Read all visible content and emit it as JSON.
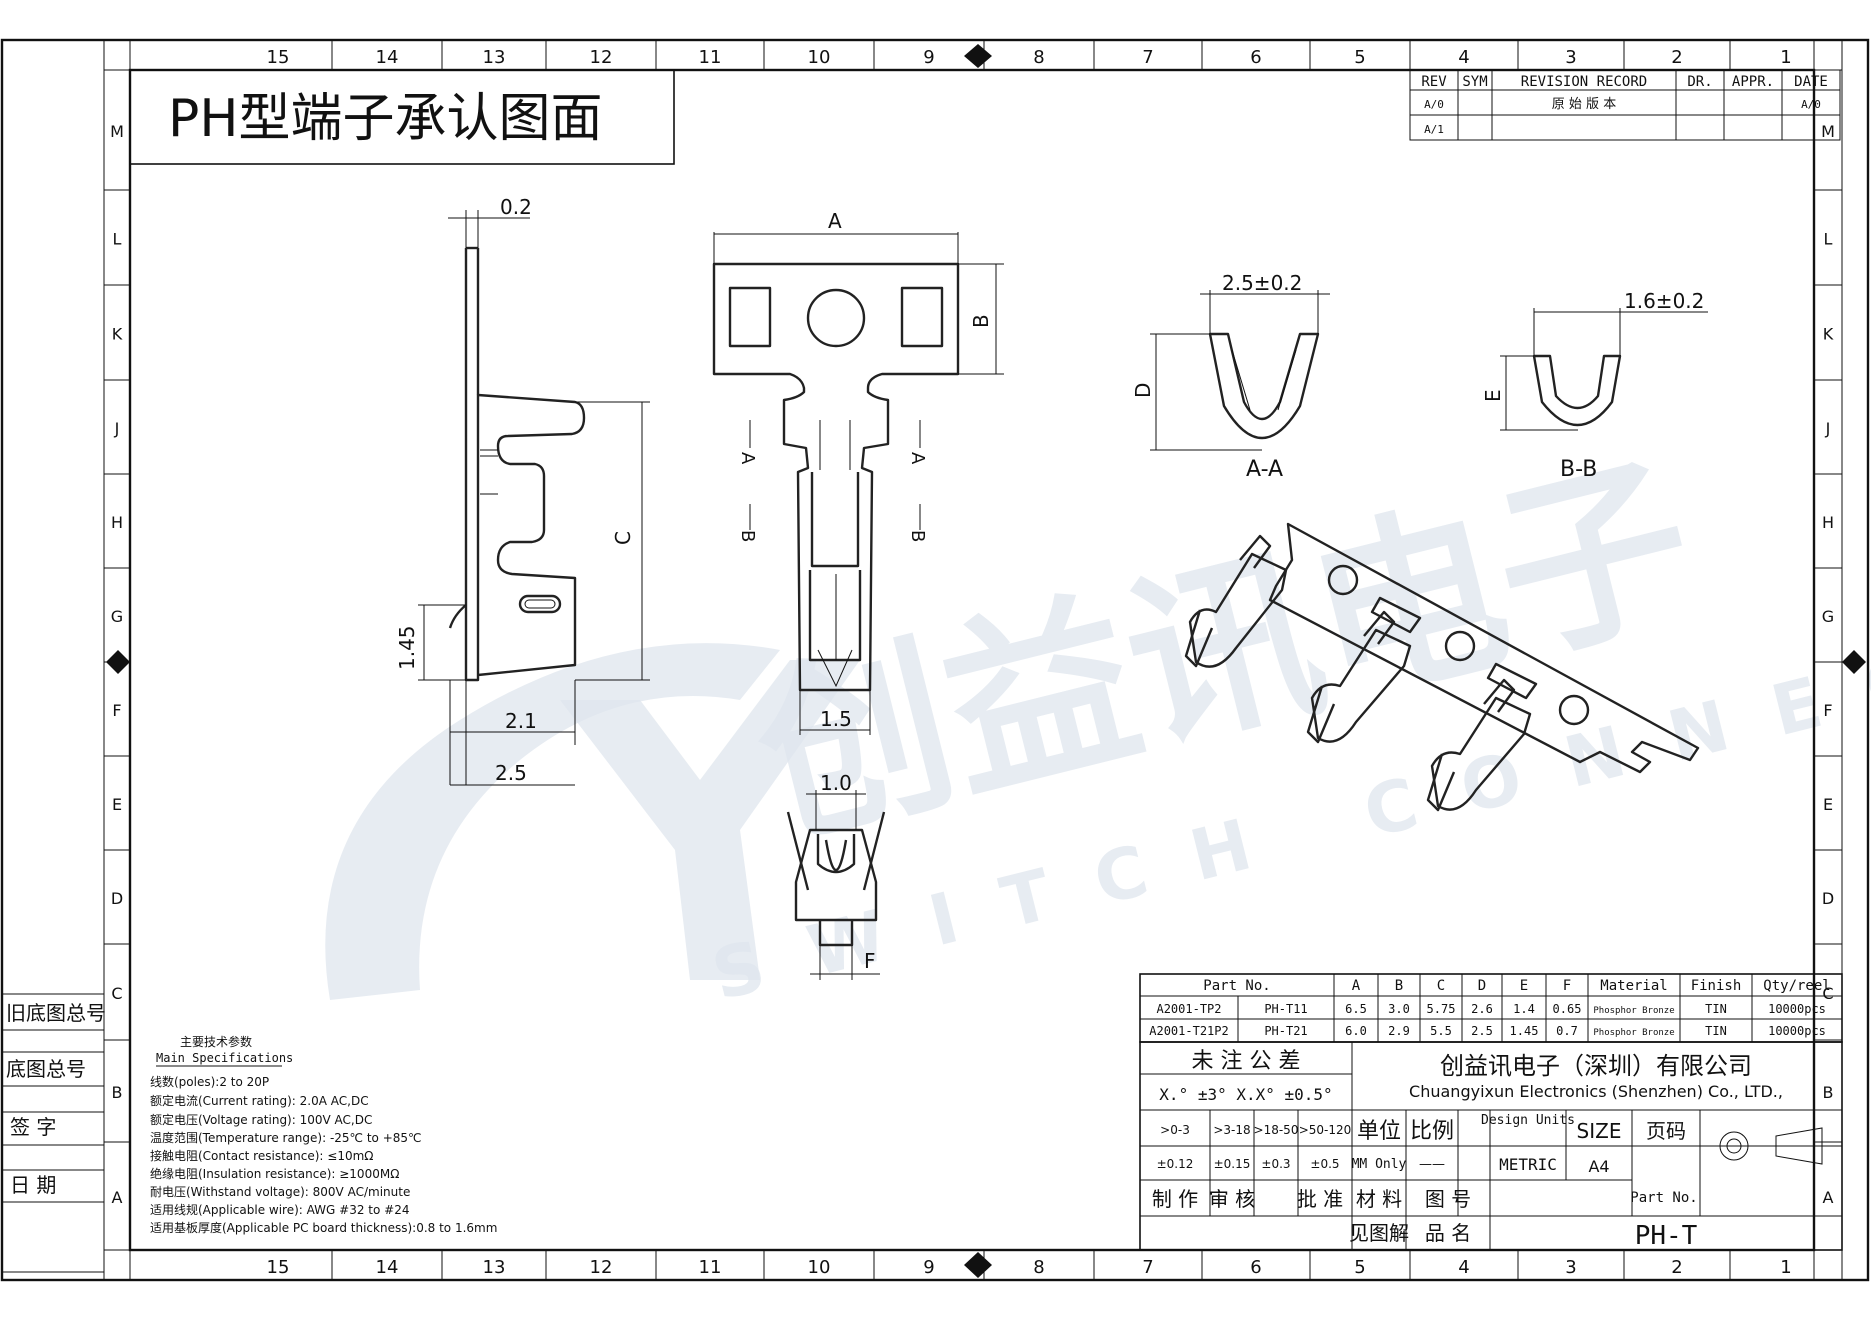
{
  "title": "PH型端子承认图面",
  "grid": {
    "columns": [
      "15",
      "14",
      "13",
      "12",
      "11",
      "10",
      "9",
      "8",
      "7",
      "6",
      "5",
      "4",
      "3",
      "2",
      "1"
    ],
    "rows": [
      "M",
      "L",
      "K",
      "J",
      "H",
      "G",
      "F",
      "E",
      "D",
      "C",
      "B",
      "A"
    ]
  },
  "revision": {
    "headers": [
      "REV",
      "SYM",
      "REVISION RECORD",
      "DR.",
      "APPR.",
      "DATE"
    ],
    "rows": [
      {
        "rev": "A/0",
        "sym": "",
        "record": "原 始 版 本",
        "dr": "",
        "appr": "",
        "date": "A/0"
      },
      {
        "rev": "A/1",
        "sym": "",
        "record": "",
        "dr": "",
        "appr": "",
        "date": ""
      }
    ]
  },
  "dimensions": {
    "thickness": "0.2",
    "A": "A",
    "B": "B",
    "C": "C",
    "d145": "1.45",
    "d21": "2.1",
    "d25": "2.5",
    "d15": "1.5",
    "d10": "1.0",
    "F": "F",
    "sectA": "A",
    "sectB": "B",
    "aa_width": "2.5±0.2",
    "D": "D",
    "bb_width": "1.6±0.2",
    "E": "E",
    "aa_label": "A-A",
    "bb_label": "B-B"
  },
  "left_stamps": [
    "旧底图总号",
    "底图总号",
    "签 字",
    "日 期"
  ],
  "specs": {
    "heading_cn": "主要技术参数",
    "heading_en": "Main Specifications",
    "lines": [
      "线数(poles):2 to 20P",
      "额定电流(Current rating): 2.0A AC,DC",
      "额定电压(Voltage rating): 100V AC,DC",
      "温度范围(Temperature range): -25℃ to +85℃",
      "接触电阻(Contact resistance): ≤10mΩ",
      "绝缘电阻(Insulation resistance): ≥1000MΩ",
      "耐电压(Withstand voltage): 800V AC/minute",
      "适用线规(Applicable wire): AWG #32 to #24",
      "适用基板厚度(Applicable PC board thickness):0.8 to 1.6mm"
    ]
  },
  "parts_table": {
    "headers": [
      "Part No.",
      "A",
      "B",
      "C",
      "D",
      "E",
      "F",
      "Material",
      "Finish",
      "Qty/reel"
    ],
    "rows": [
      [
        "A2001-TP2",
        "PH-T11",
        "6.5",
        "3.0",
        "5.75",
        "2.6",
        "1.4",
        "0.65",
        "Phosphor Bronze",
        "TIN",
        "10000pcs"
      ],
      [
        "A2001-T21P2",
        "PH-T21",
        "6.0",
        "2.9",
        "5.5",
        "2.5",
        "1.45",
        "0.7",
        "Phosphor Bronze",
        "TIN",
        "10000pcs"
      ]
    ]
  },
  "title_block": {
    "tolerance_title": "未 注 公 差",
    "tolerance_angle": "X.° ±3° X.X° ±0.5°",
    "company_cn": "创益讯电子（深圳）有限公司",
    "company_en": "Chuangyixun Electronics (Shenzhen) Co., LTD.,",
    "ranges": [
      ">0-3",
      ">3-18",
      ">18-50",
      ">50-120"
    ],
    "tols": [
      "±0.12",
      "±0.15",
      "±0.3",
      "±0.5"
    ],
    "unit_label": "单位",
    "scale_label": "比例",
    "design_units": "Design Units",
    "size_label": "SIZE",
    "page_label": "页码",
    "unit_value": "MM Only",
    "scale_value": "——",
    "metric": "METRIC",
    "size_value": "A4",
    "roles": [
      "制 作",
      "审 核",
      "批 准",
      "材 料",
      "图 号"
    ],
    "see_drawing": "见图解",
    "product_name": "品 名",
    "part_no_label": "Part No.",
    "part_no": "PH-T"
  },
  "watermark": {
    "brand_cn": "创益讯电子",
    "brand_en": "SWITCH CONNECTOR"
  }
}
